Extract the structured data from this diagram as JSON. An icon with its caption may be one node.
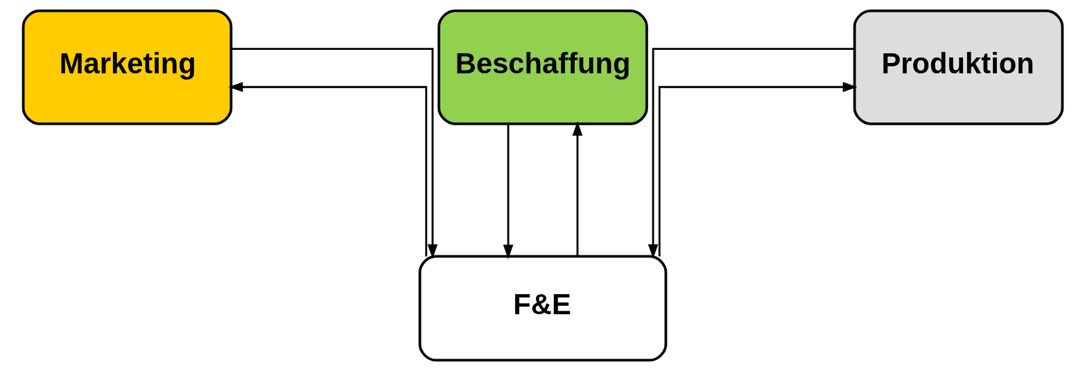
{
  "diagram": {
    "nodes": [
      {
        "text": [
          "Marketing"
        ]
      },
      {
        "text": [
          "Beschaffung"
        ]
      },
      {
        "text": [
          "Produktion"
        ]
      },
      {
        "text": [
          "F&E"
        ]
      }
    ],
    "edges": [
      {
        "from": 0,
        "to": 3,
        "arrow": "to"
      },
      {
        "from": 3,
        "to": 0,
        "arrow": "to"
      },
      {
        "from": 1,
        "to": 3,
        "arrow": "to"
      },
      {
        "from": 3,
        "to": 1,
        "arrow": "to"
      },
      {
        "from": 3,
        "to": 2,
        "arrow": "to"
      },
      {
        "from": 2,
        "to": 3,
        "arrow": "to"
      }
    ]
  }
}
